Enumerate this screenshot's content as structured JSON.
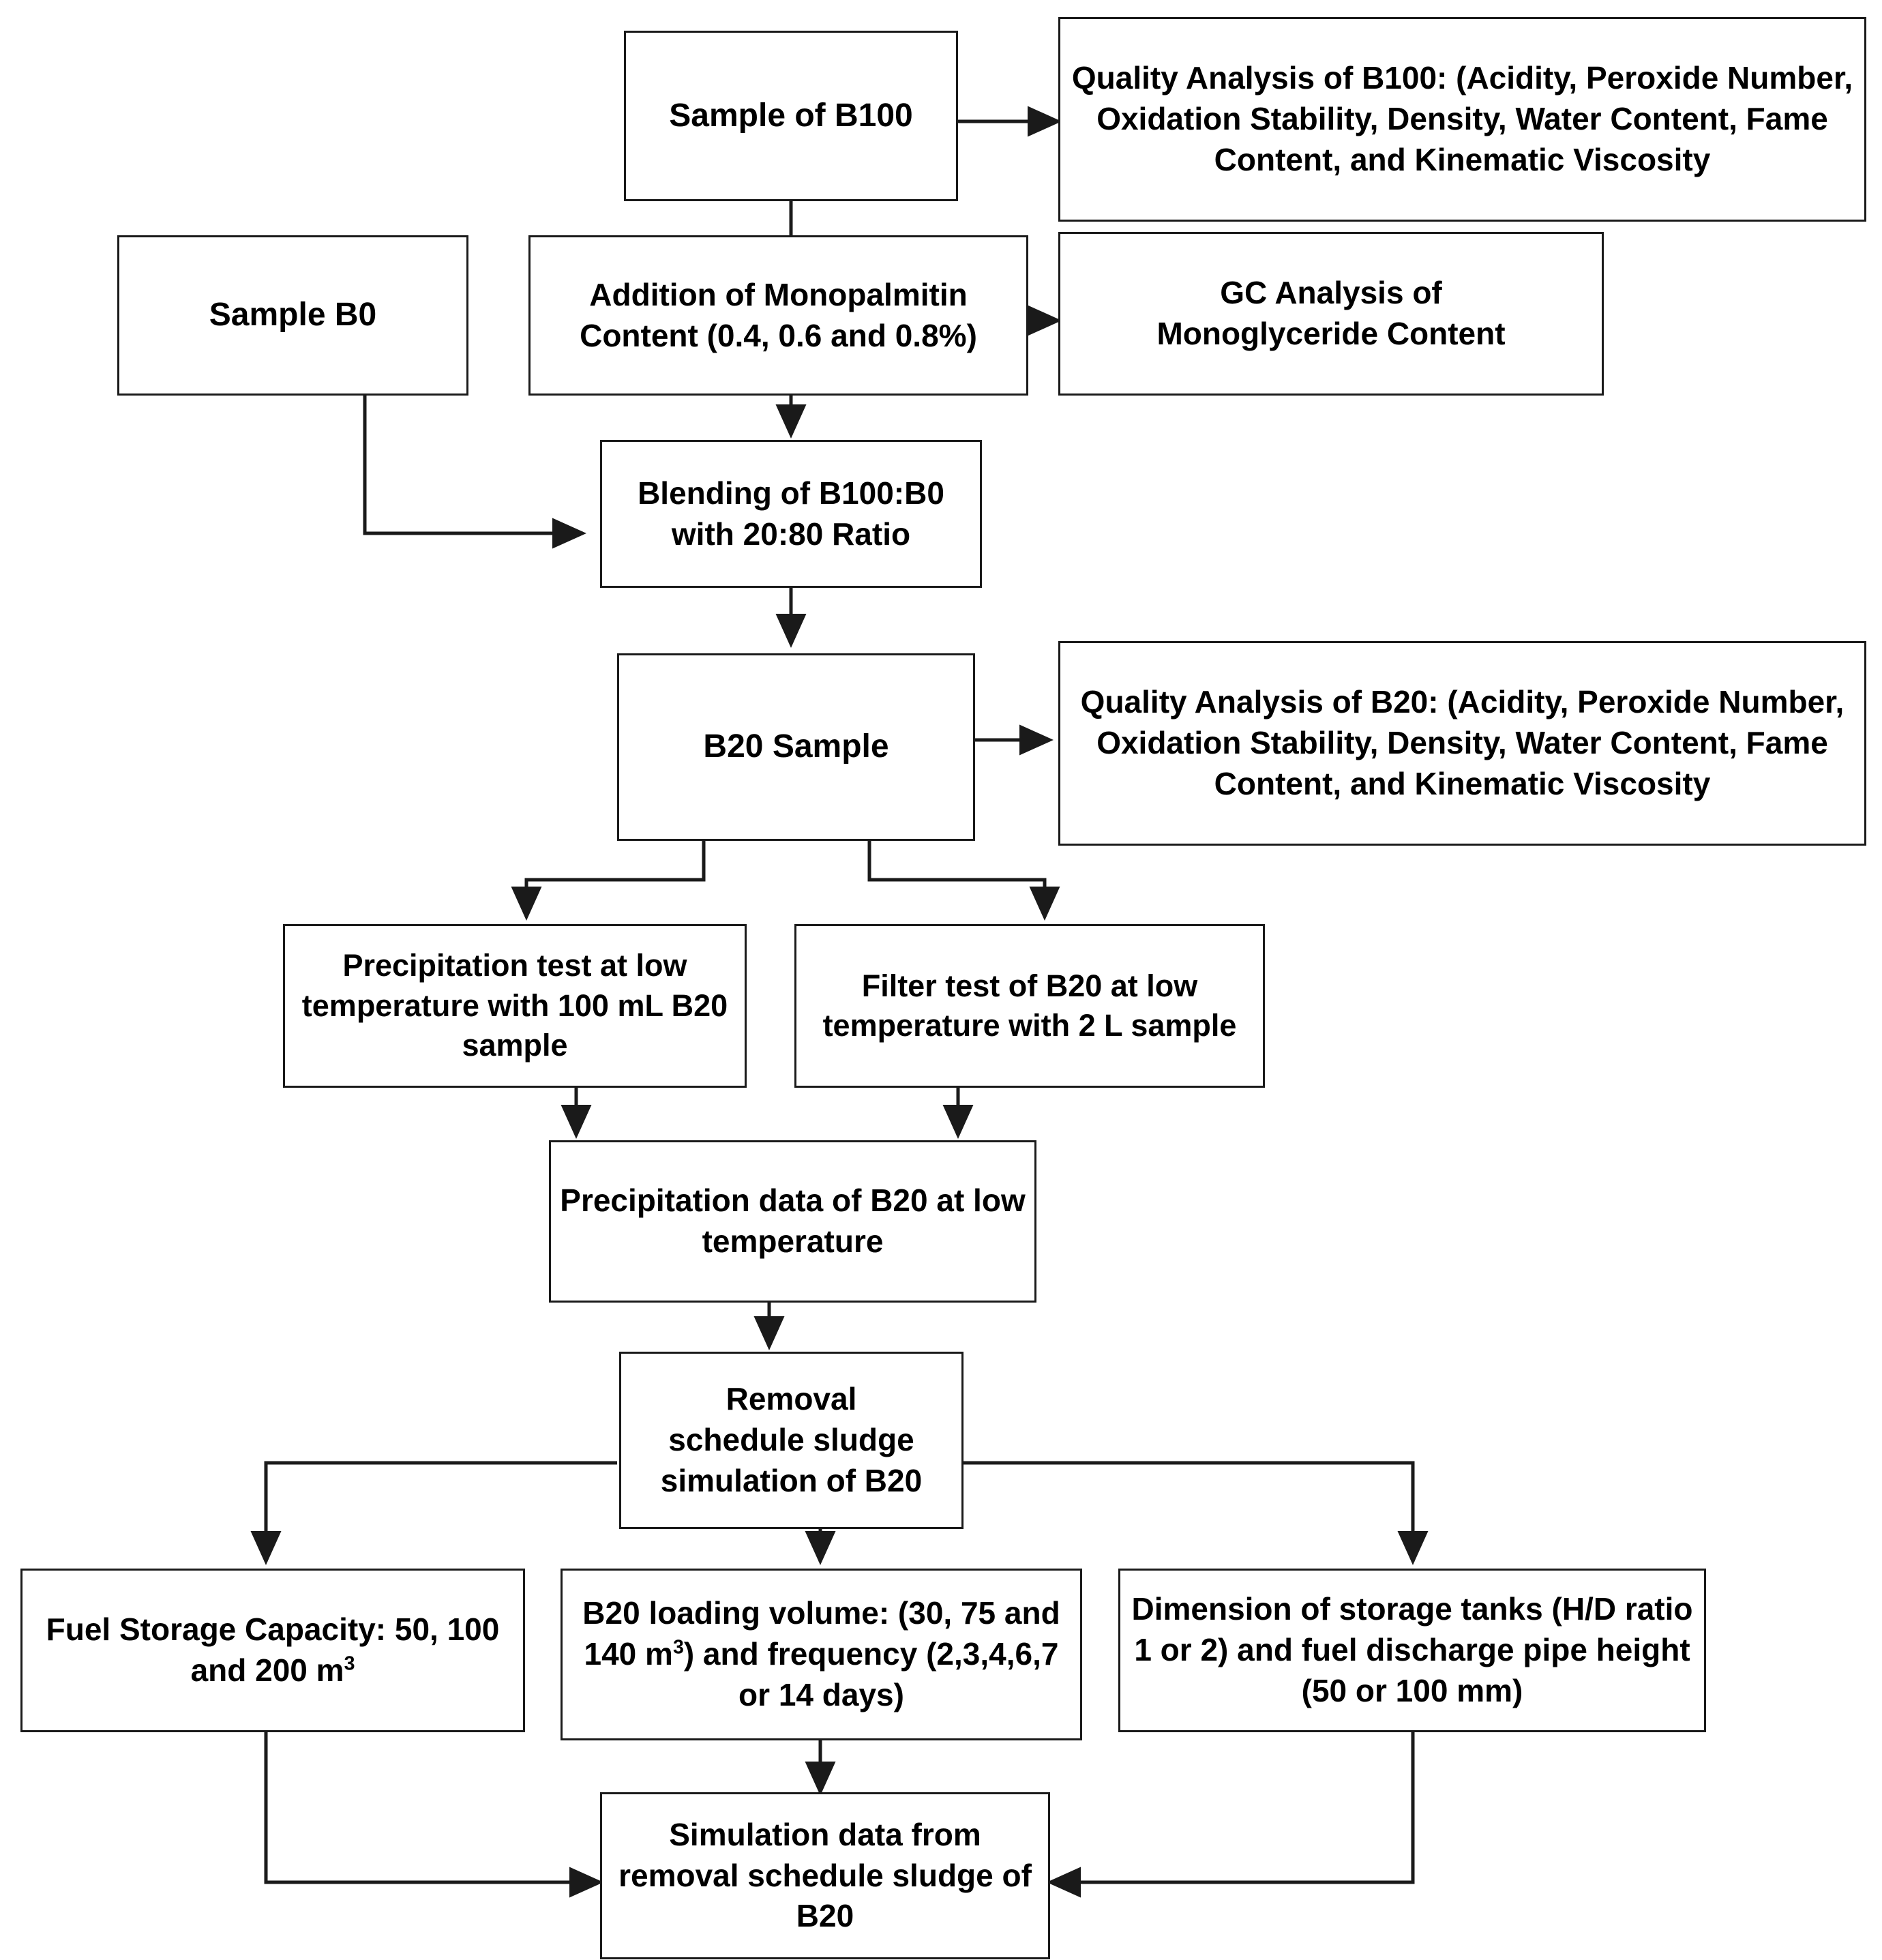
{
  "diagram": {
    "title": "Research methodology flowchart for B20 biodiesel sludge removal simulation",
    "stroke_color": "#1a1a1a",
    "background_color": "#ffffff",
    "nodes": [
      {
        "id": "sample_b100",
        "label": "Sample of B100"
      },
      {
        "id": "quality_b100",
        "label": "Quality Analysis of B100: (Acidity, Peroxide Number, Oxidation Stability, Density, Water Content, Fame Content, and Kinematic Viscosity"
      },
      {
        "id": "sample_b0",
        "label": "Sample B0"
      },
      {
        "id": "monopalmitin",
        "label": "Addition of Monopalmitin Content (0.4, 0.6 and 0.8%)"
      },
      {
        "id": "gc_analysis",
        "label": "GC Analysis of\nMonoglyceride Content"
      },
      {
        "id": "blending",
        "label": "Blending of B100:B0\nwith 20:80 Ratio"
      },
      {
        "id": "b20_sample",
        "label": "B20 Sample"
      },
      {
        "id": "quality_b20",
        "label": "Quality Analysis of B20: (Acidity, Peroxide Number, Oxidation Stability, Density, Water Content, Fame Content, and Kinematic Viscosity"
      },
      {
        "id": "precip_test",
        "label": "Precipitation test at low temperature with 100 mL B20 sample"
      },
      {
        "id": "filter_test",
        "label": "Filter test of B20 at low temperature with 2 L sample"
      },
      {
        "id": "precip_data",
        "label": "Precipitation data of B20 at low temperature"
      },
      {
        "id": "removal_sim",
        "label": "Removal\nschedule sludge\nsimulation of B20"
      },
      {
        "id": "fuel_storage",
        "label": "Fuel Storage Capacity: 50, 100 and 200 m",
        "sup": "3"
      },
      {
        "id": "loading_volume_p1",
        "label": "B20 loading volume: (30, 75 and 140 m",
        "sup": "3",
        "label2": ") and frequency (2,3,4,6,7 or 14 days)"
      },
      {
        "id": "storage_dimension",
        "label": "Dimension of storage tanks (H/D ratio 1 or 2) and fuel discharge pipe height (50 or 100 mm)"
      },
      {
        "id": "simulation_data",
        "label": "Simulation data from removal schedule sludge of B20"
      }
    ],
    "edges": [
      {
        "from": "sample_b100",
        "to": "quality_b100",
        "type": "arrow-right"
      },
      {
        "from": "sample_b100",
        "to": "monopalmitin",
        "type": "plain-down"
      },
      {
        "from": "monopalmitin",
        "to": "gc_analysis",
        "type": "arrow-right"
      },
      {
        "from": "monopalmitin",
        "to": "blending",
        "type": "arrow-down"
      },
      {
        "from": "sample_b0",
        "to": "blending",
        "type": "elbow-arrow-right"
      },
      {
        "from": "blending",
        "to": "b20_sample",
        "type": "arrow-down"
      },
      {
        "from": "b20_sample",
        "to": "quality_b20",
        "type": "arrow-right"
      },
      {
        "from": "b20_sample",
        "to": "precip_test",
        "type": "elbow-arrow-down"
      },
      {
        "from": "b20_sample",
        "to": "filter_test",
        "type": "elbow-arrow-down"
      },
      {
        "from": "precip_test",
        "to": "precip_data",
        "type": "arrow-down"
      },
      {
        "from": "filter_test",
        "to": "precip_data",
        "type": "arrow-down"
      },
      {
        "from": "precip_data",
        "to": "removal_sim",
        "type": "arrow-down"
      },
      {
        "from": "removal_sim",
        "to": "fuel_storage",
        "type": "elbow-arrow-down"
      },
      {
        "from": "removal_sim",
        "to": "loading_volume_p1",
        "type": "arrow-down"
      },
      {
        "from": "removal_sim",
        "to": "storage_dimension",
        "type": "elbow-arrow-down"
      },
      {
        "from": "loading_volume_p1",
        "to": "simulation_data",
        "type": "arrow-down"
      },
      {
        "from": "fuel_storage",
        "to": "simulation_data",
        "type": "elbow-arrow-right"
      },
      {
        "from": "storage_dimension",
        "to": "simulation_data",
        "type": "elbow-arrow-left"
      }
    ]
  }
}
